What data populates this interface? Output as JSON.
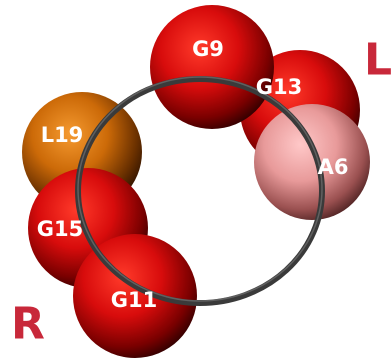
{
  "residues": [
    {
      "label": "G9",
      "kind": "red"
    },
    {
      "label": "G13",
      "kind": "red"
    },
    {
      "label": "A6",
      "kind": "pink"
    },
    {
      "label": "L19",
      "kind": "orange"
    },
    {
      "label": "G15",
      "kind": "red"
    },
    {
      "label": "G11",
      "kind": "red"
    }
  ],
  "side_labels": {
    "left": "R",
    "right": "L"
  },
  "colors": {
    "side_label": "#c8283a",
    "ring": "#3a3a3a",
    "red": "#e01818",
    "pink": "#f0a8a8",
    "orange": "#e08010"
  }
}
